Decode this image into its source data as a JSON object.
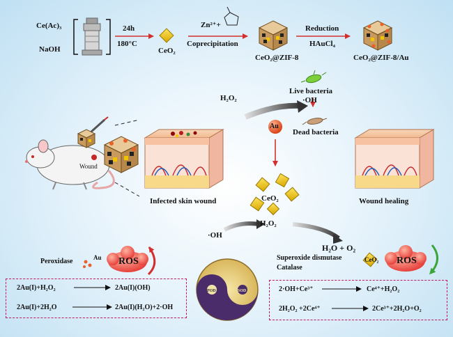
{
  "synthesis": {
    "reagent1": "Ce(Ac)₃",
    "reagent2": "NaOH",
    "time": "24h",
    "temperature": "180°C",
    "product1": "CeO₂",
    "zn_label": "Zn²⁺+",
    "step2": "Coprecipitation",
    "product2": "CeO₂@ZIF-8",
    "step3": "Reduction",
    "reagent3": "HAuCl₄",
    "product3": "CeO₂@ZIF-8/Au"
  },
  "mechanism": {
    "h2o2_top": "H₂O₂",
    "live_bacteria": "Live bacteria",
    "oh_top": "·OH",
    "dead_bacteria": "Dead  bacteria",
    "au": "Au",
    "ceo2_center": "CeO₂",
    "h2o2_center": "H₂O₂",
    "oh_left": "·OH",
    "products": "H₂O + O₂"
  },
  "skin": {
    "wound_label": "Wound",
    "infected": "Infected skin wound",
    "healing": "Wound healing"
  },
  "left_panel": {
    "peroxidase": "Peroxidase",
    "au": "Au",
    "ros": "ROS",
    "eq1_left": "2Au(I)+H₂O₂",
    "eq1_right": "2Au(I)(OH)",
    "eq2_left": "2Au(I)+2H₂O",
    "eq2_right": "2Au(I)(H₂O)+2·OH"
  },
  "yin_yang": {
    "pod": "POD",
    "sod": "SOD"
  },
  "right_panel": {
    "sod": "Superoxide dismutase",
    "catalase": "Catalase",
    "ceo2": "CeO₂",
    "ros": "ROS",
    "eq1_left": "2·OH+Ce³⁺",
    "eq1_right": "Ce⁴⁺+H₂O₂",
    "eq2_left": "2H₂O₂ +2Ce⁴⁺",
    "eq2_right": "2Ce³⁺+2H₂O+O₂"
  },
  "colors": {
    "arrow_red": "#d32f2f",
    "dash": "#c2185b",
    "ceo2_gold": "#f2c400",
    "au_orange": "#e8602a",
    "ros_red": "#e53935",
    "zif_brown": "#c8a06a"
  }
}
